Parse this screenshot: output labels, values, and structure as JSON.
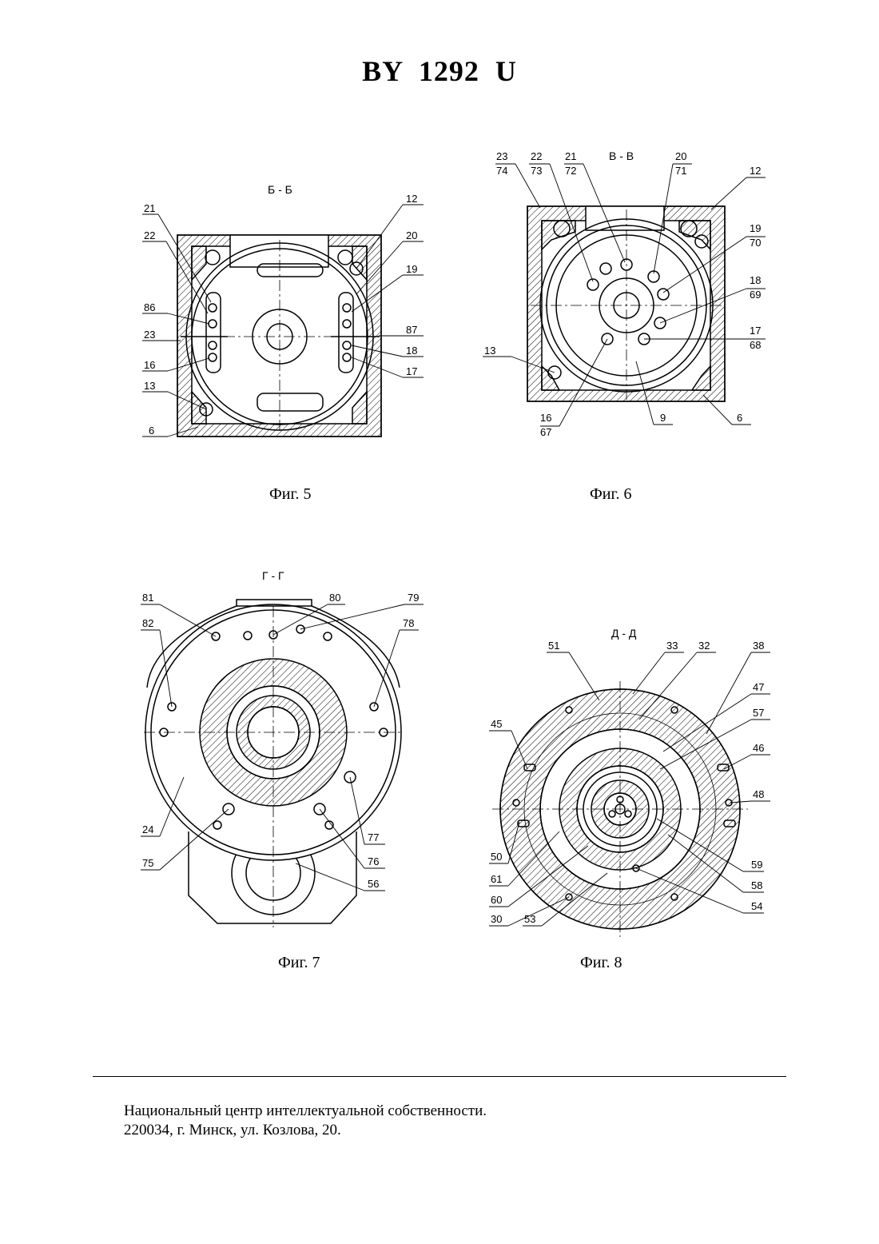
{
  "header": {
    "title": "BY  1292  U"
  },
  "figures": [
    {
      "caption": "Фиг. 5",
      "section": "Б - Б",
      "labels": [
        "21",
        "22",
        "86",
        "23",
        "16",
        "13",
        "6",
        "12",
        "20",
        "19",
        "87",
        "18",
        "17"
      ]
    },
    {
      "caption": "Фиг. 6",
      "section": "В - В",
      "labels": [
        "23",
        "74",
        "22",
        "73",
        "21",
        "72",
        "20",
        "71",
        "12",
        "19",
        "70",
        "18",
        "69",
        "17",
        "68",
        "13",
        "16",
        "67",
        "9",
        "6"
      ]
    },
    {
      "caption": "Фиг. 7",
      "section": "Г - Г",
      "labels": [
        "81",
        "80",
        "79",
        "82",
        "78",
        "24",
        "75",
        "77",
        "76",
        "56"
      ]
    },
    {
      "caption": "Фиг. 8",
      "section": "Д - Д",
      "labels": [
        "51",
        "33",
        "32",
        "38",
        "47",
        "57",
        "45",
        "46",
        "48",
        "50",
        "59",
        "61",
        "58",
        "60",
        "54",
        "30",
        "53"
      ]
    }
  ],
  "footer": {
    "line1": "Национальный центр интеллектуальной собственности.",
    "line2": "220034, г. Минск, ул. Козлова, 20."
  }
}
